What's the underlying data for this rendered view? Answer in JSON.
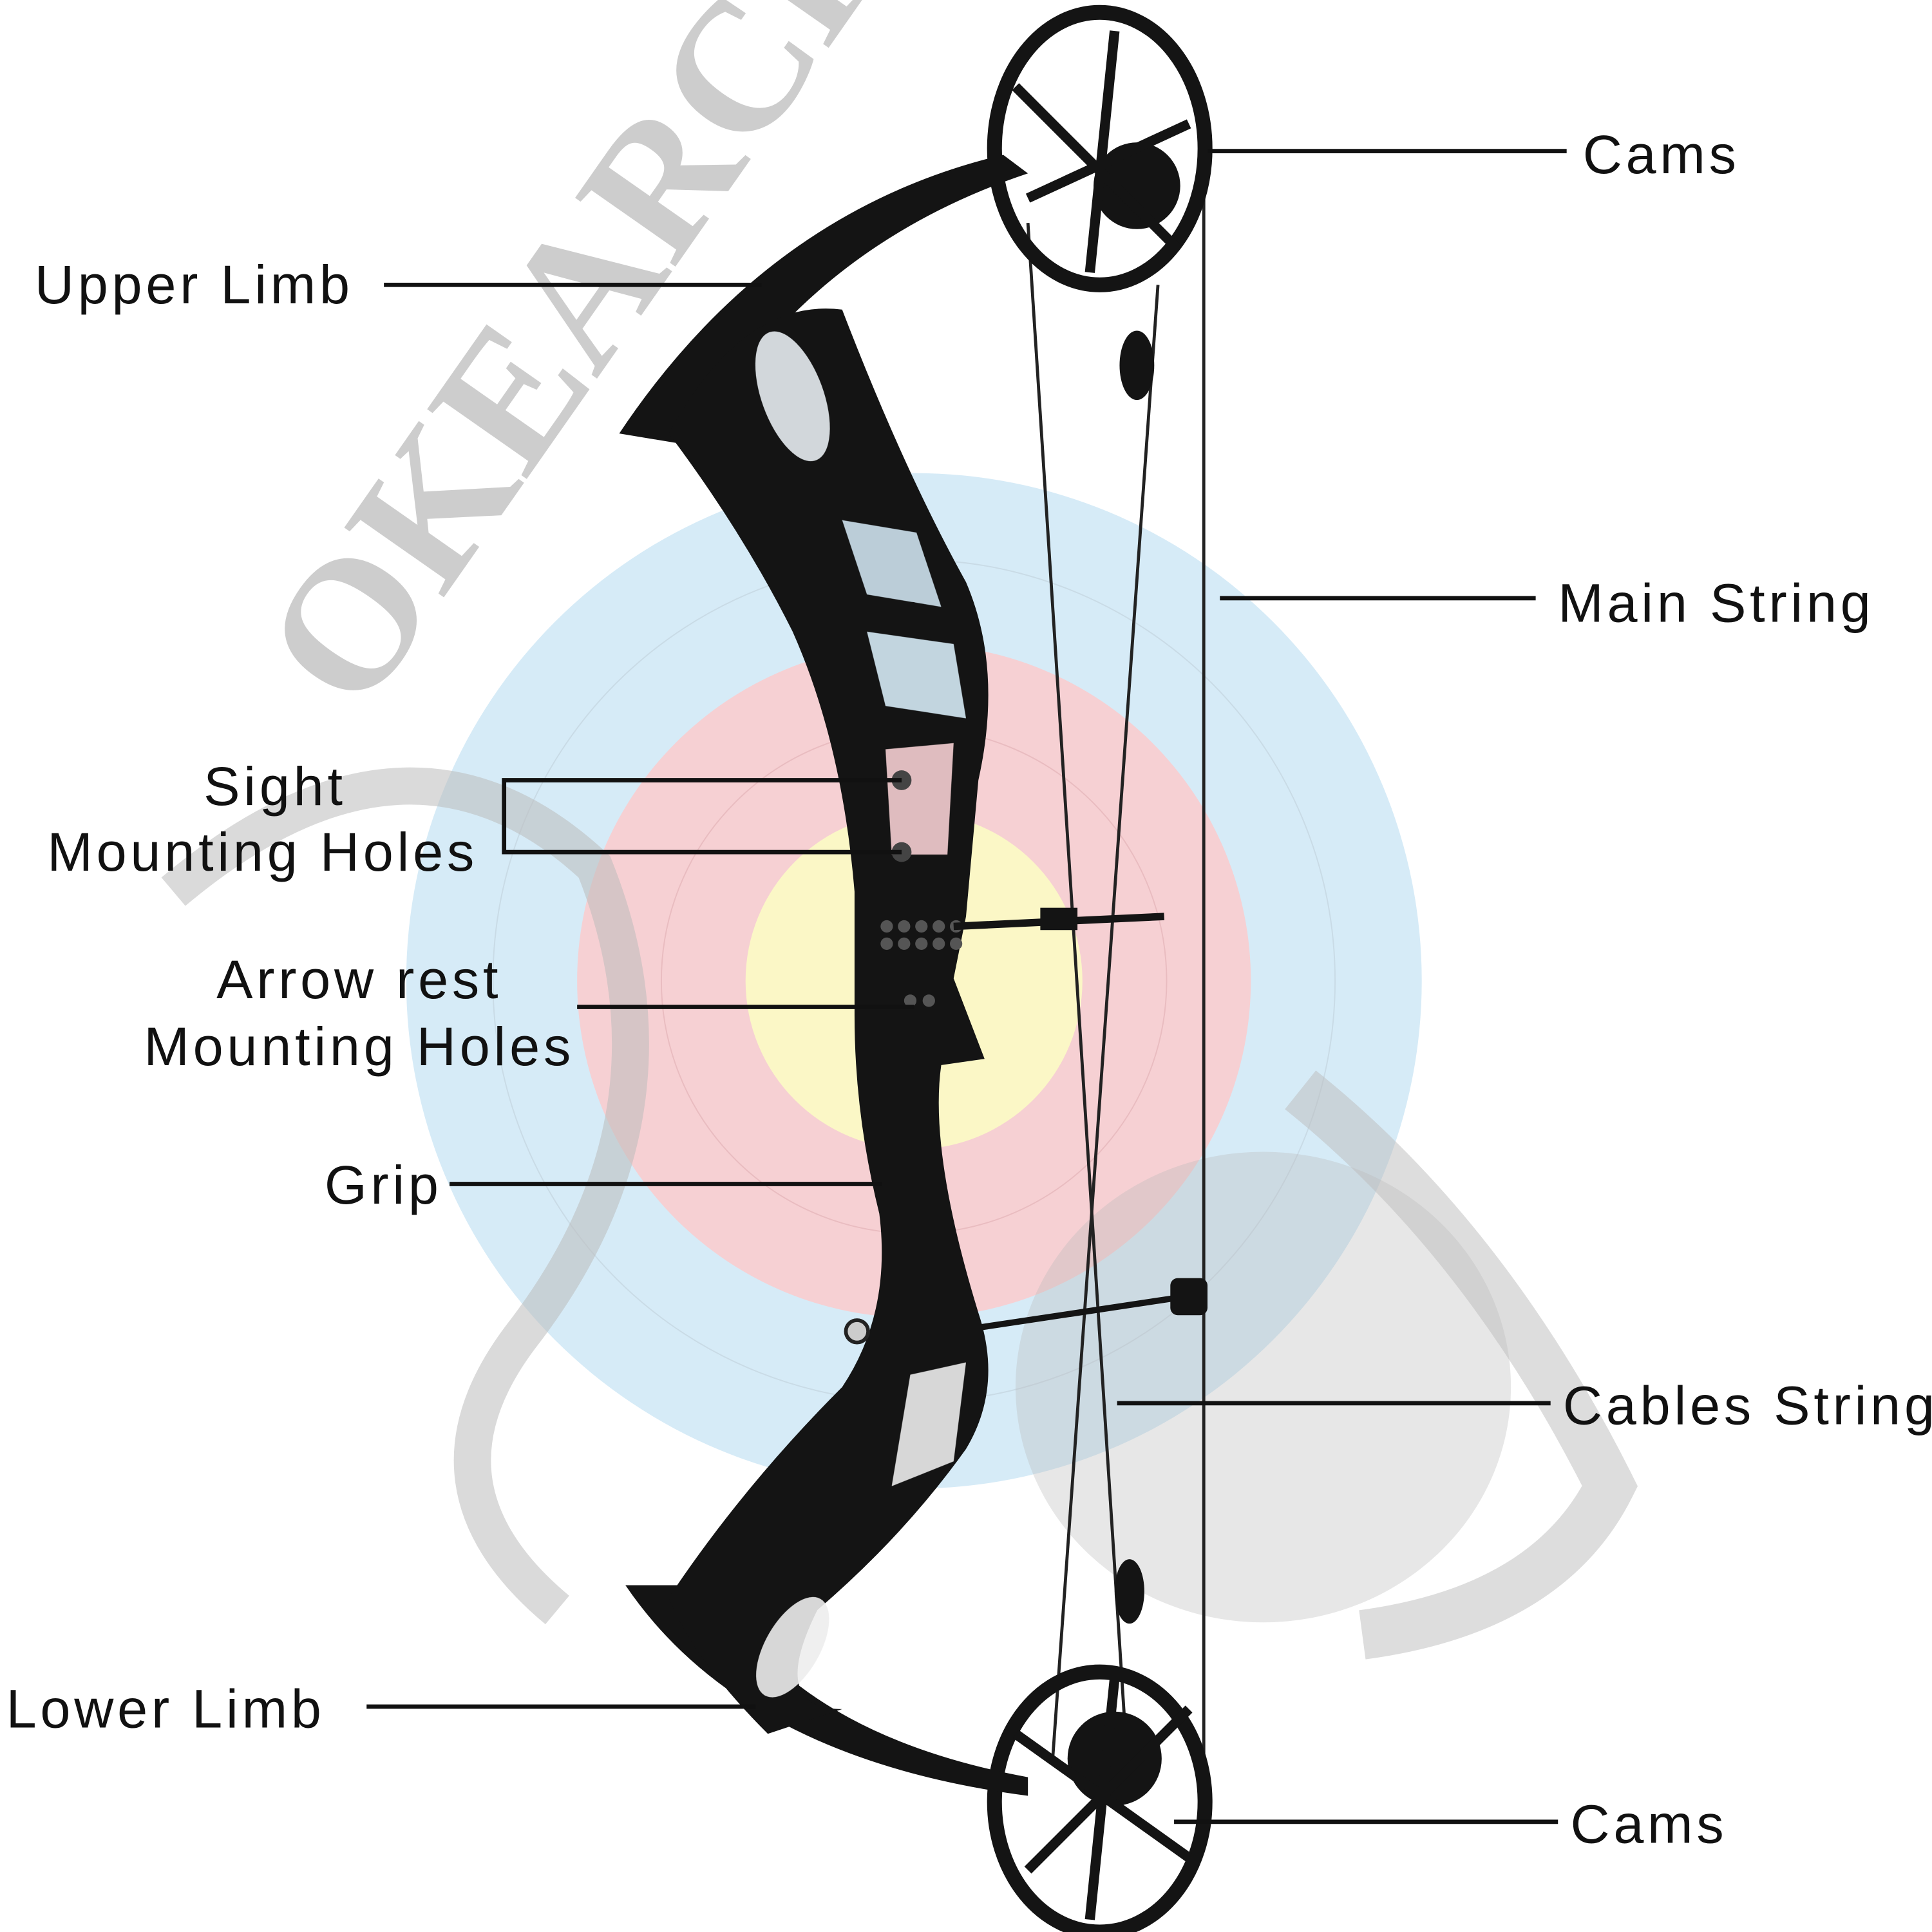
{
  "diagram": {
    "watermark": "OKEARCHERY",
    "labels": {
      "cams_top": "Cams",
      "upper_limb": "Upper Limb",
      "main_string": "Main String",
      "sight_line1": "Sight",
      "sight_line2": "Mounting Holes",
      "arrow_rest_line1": "Arrow rest",
      "arrow_rest_line2": "Mounting Holes",
      "grip": "Grip",
      "cables_string": "Cables String",
      "lower_limb": "Lower Limb",
      "cams_bottom": "Cams"
    },
    "colors": {
      "target_blue": "#d6ebf7",
      "target_red": "#f6d0d3",
      "target_yellow": "#fbf7c6",
      "bow": "#141414"
    }
  }
}
